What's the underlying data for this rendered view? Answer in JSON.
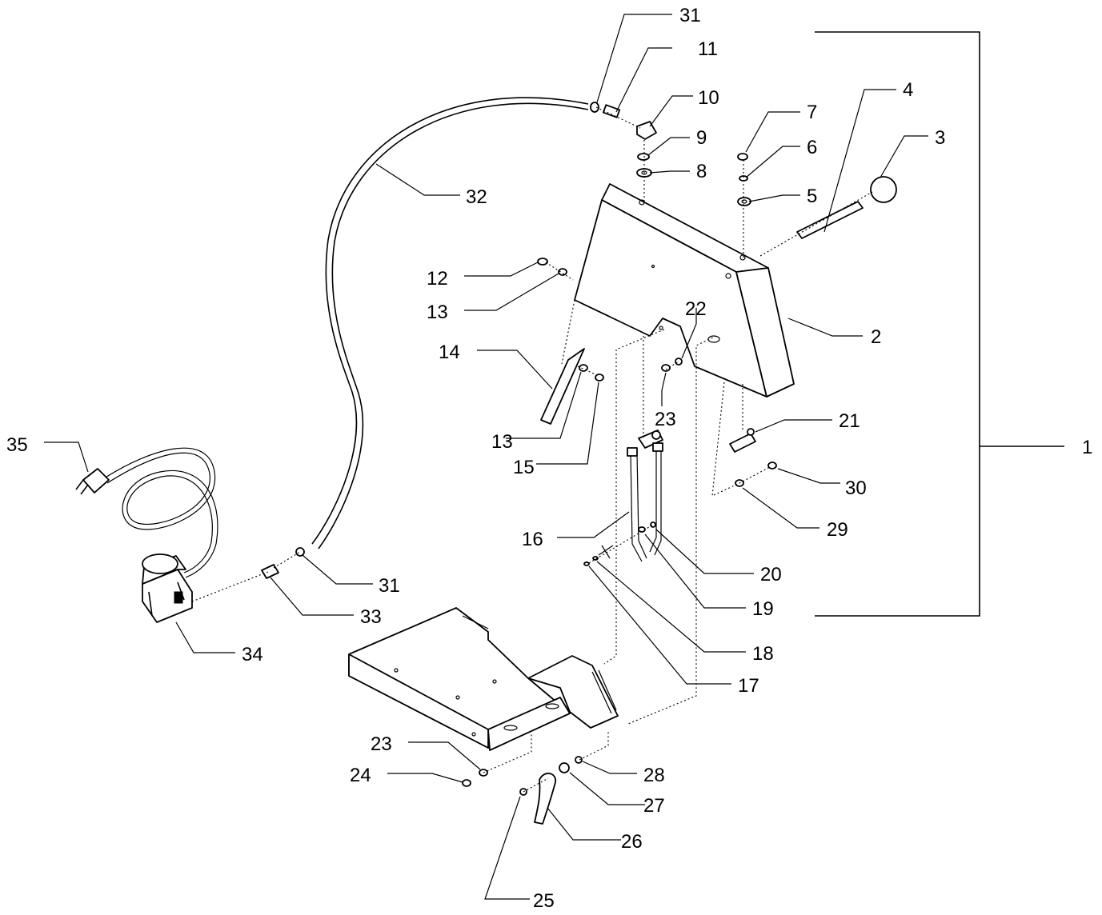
{
  "callouts": [
    {
      "id": "c31a",
      "text": "31"
    },
    {
      "id": "c11",
      "text": "11"
    },
    {
      "id": "c10",
      "text": "10"
    },
    {
      "id": "c9",
      "text": "9"
    },
    {
      "id": "c8",
      "text": "8"
    },
    {
      "id": "c7",
      "text": "7"
    },
    {
      "id": "c6",
      "text": "6"
    },
    {
      "id": "c5",
      "text": "5"
    },
    {
      "id": "c4",
      "text": "4"
    },
    {
      "id": "c3",
      "text": "3"
    },
    {
      "id": "c32",
      "text": "32"
    },
    {
      "id": "c12",
      "text": "12"
    },
    {
      "id": "c13a",
      "text": "13"
    },
    {
      "id": "c22",
      "text": "22"
    },
    {
      "id": "c2",
      "text": "2"
    },
    {
      "id": "c14",
      "text": "14"
    },
    {
      "id": "c23a",
      "text": "23"
    },
    {
      "id": "c21",
      "text": "21"
    },
    {
      "id": "c13b",
      "text": "13"
    },
    {
      "id": "c15",
      "text": "15"
    },
    {
      "id": "c35",
      "text": "35"
    },
    {
      "id": "c1",
      "text": "1"
    },
    {
      "id": "c30",
      "text": "30"
    },
    {
      "id": "c29",
      "text": "29"
    },
    {
      "id": "c16",
      "text": "16"
    },
    {
      "id": "c20",
      "text": "20"
    },
    {
      "id": "c31b",
      "text": "31"
    },
    {
      "id": "c19",
      "text": "19"
    },
    {
      "id": "c33",
      "text": "33"
    },
    {
      "id": "c34",
      "text": "34"
    },
    {
      "id": "c18",
      "text": "18"
    },
    {
      "id": "c17",
      "text": "17"
    },
    {
      "id": "c23b",
      "text": "23"
    },
    {
      "id": "c28",
      "text": "28"
    },
    {
      "id": "c24",
      "text": "24"
    },
    {
      "id": "c27",
      "text": "27"
    },
    {
      "id": "c26",
      "text": "26"
    },
    {
      "id": "c25",
      "text": "25"
    }
  ]
}
